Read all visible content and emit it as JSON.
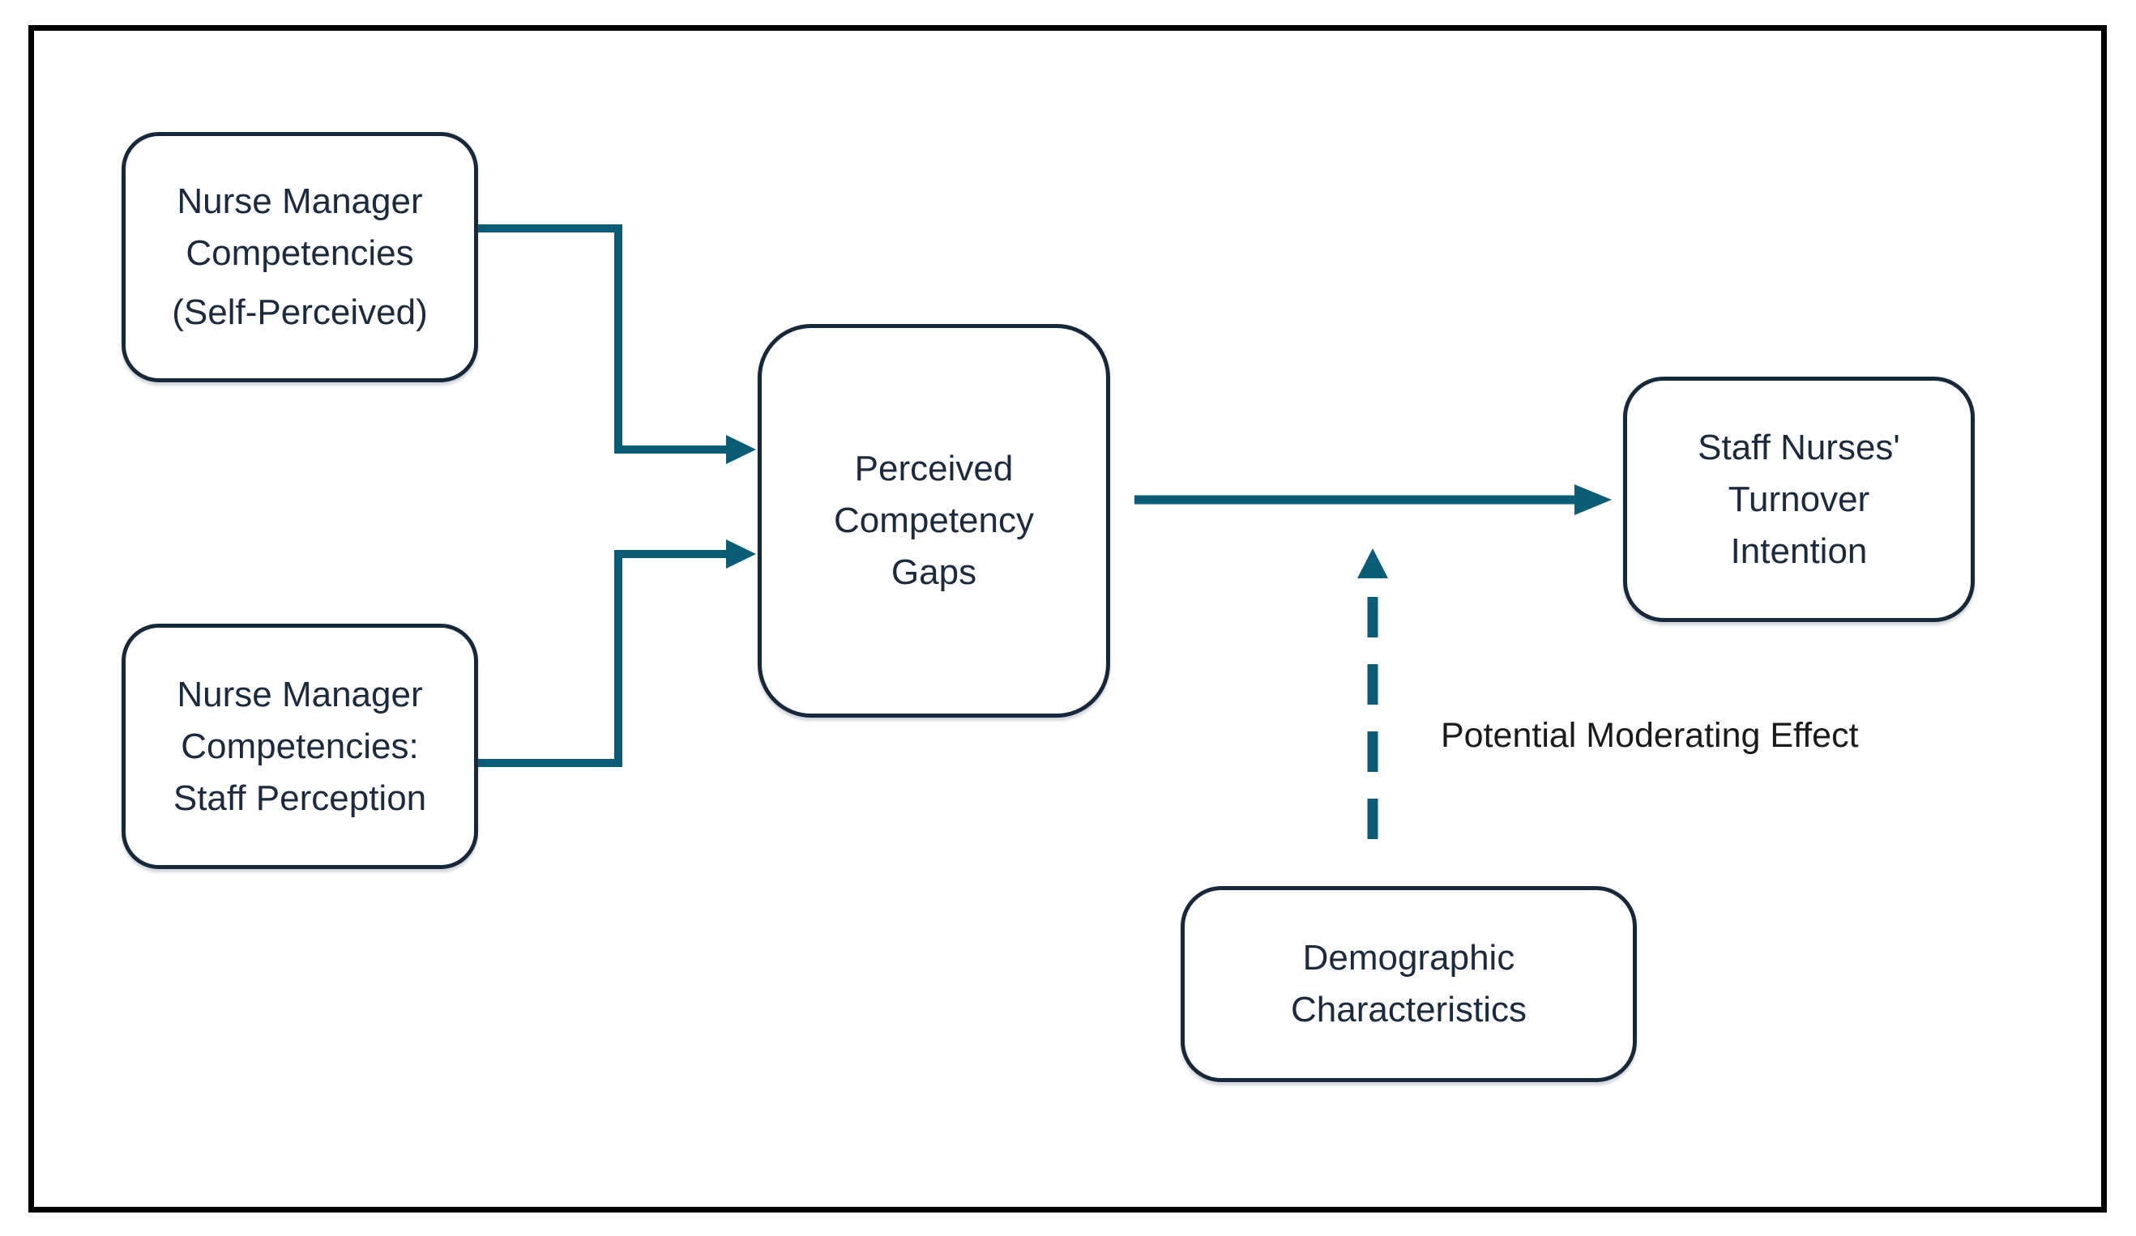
{
  "diagram": {
    "kind": "conceptual-framework-flowchart",
    "background": "#ffffff"
  },
  "colors": {
    "frame_border": "#000000",
    "box_border": "#16293c",
    "box_text": "#1b2a3e",
    "arrow": "#0b5c77",
    "label_text": "#1a1a1a"
  },
  "nodes": {
    "self_perceived": {
      "para1": "Nurse Manager\nCompetencies",
      "para2": "(Self-Perceived)"
    },
    "staff_perception": {
      "text": "Nurse Manager\nCompetencies:\nStaff Perception"
    },
    "competency_gaps": {
      "text": "Perceived\nCompetency\nGaps"
    },
    "turnover_intention": {
      "text": "Staff Nurses'\nTurnover\nIntention"
    },
    "demographics": {
      "text": "Demographic\nCharacteristics"
    }
  },
  "annotations": {
    "moderating_label": "Potential Moderating Effect"
  },
  "edges": [
    {
      "from": "Nurse Manager Competencies (Self-Perceived)",
      "to": "Perceived Competency Gaps",
      "style": "solid-elbow-arrow"
    },
    {
      "from": "Nurse Manager Competencies: Staff Perception",
      "to": "Perceived Competency Gaps",
      "style": "solid-elbow-arrow"
    },
    {
      "from": "Perceived Competency Gaps",
      "to": "Staff Nurses' Turnover Intention",
      "style": "solid-arrow"
    },
    {
      "from": "Demographic Characteristics",
      "to": "arrow between Perceived Competency Gaps and Staff Nurses' Turnover Intention",
      "style": "dashed-arrow",
      "label": "Potential Moderating Effect"
    }
  ]
}
